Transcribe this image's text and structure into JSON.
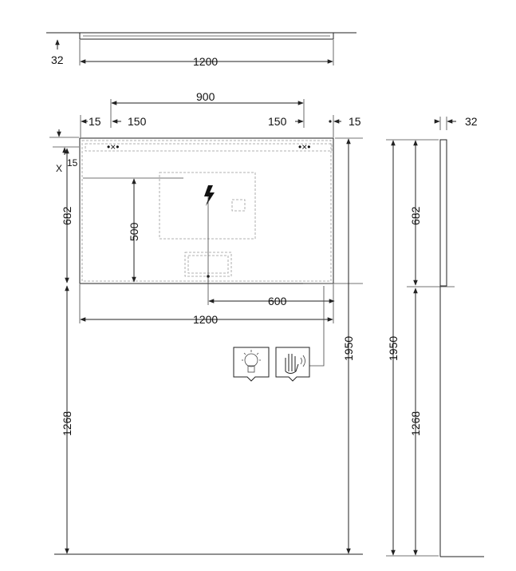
{
  "top_view": {
    "depth": "32",
    "width": "1200"
  },
  "front_view": {
    "light_strip_span": "900",
    "edge_left": "15",
    "edge_right": "15",
    "inset_left": "150",
    "inset_right": "150",
    "x_marker": "X",
    "top_gap": "15",
    "mirror_height": "682",
    "panel_height": "500",
    "offset_to_outlet": "600",
    "mirror_width": "1200",
    "mount_height": "1268",
    "total_height": "1950"
  },
  "side_view": {
    "depth": "32",
    "total_height": "1950",
    "mirror_height": "682",
    "mount_height": "1268"
  },
  "icons": [
    "light-bulb-icon",
    "hand-sensor-icon"
  ]
}
